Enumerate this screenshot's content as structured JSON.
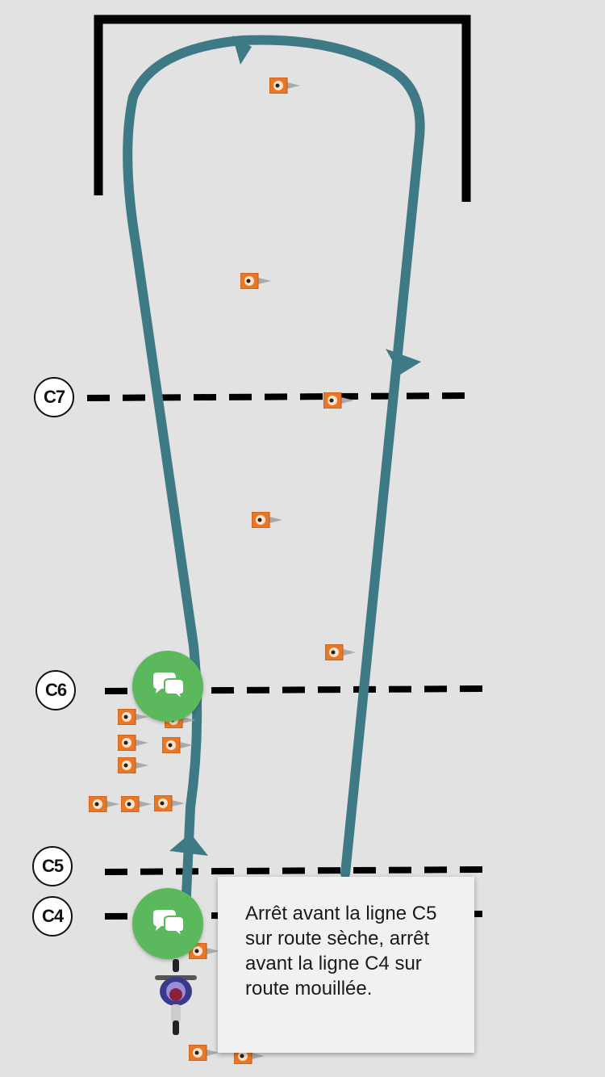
{
  "course": {
    "path_color": "#3d7a86",
    "cone_color": "#e87728",
    "line_labels": {
      "c7": "C7",
      "c6": "C6",
      "c5": "C5",
      "c4": "C4"
    }
  },
  "chat_buttons": [
    {
      "icon": "chat-bubbles-icon",
      "color": "#5cb85c"
    },
    {
      "icon": "chat-bubbles-icon",
      "color": "#5cb85c"
    }
  ],
  "tooltip": {
    "text": "Arrêt avant la ligne C5 sur route sèche, arrêt avant la ligne C4 sur route mouillée."
  },
  "vehicle": {
    "icon": "motorcycle-icon"
  }
}
